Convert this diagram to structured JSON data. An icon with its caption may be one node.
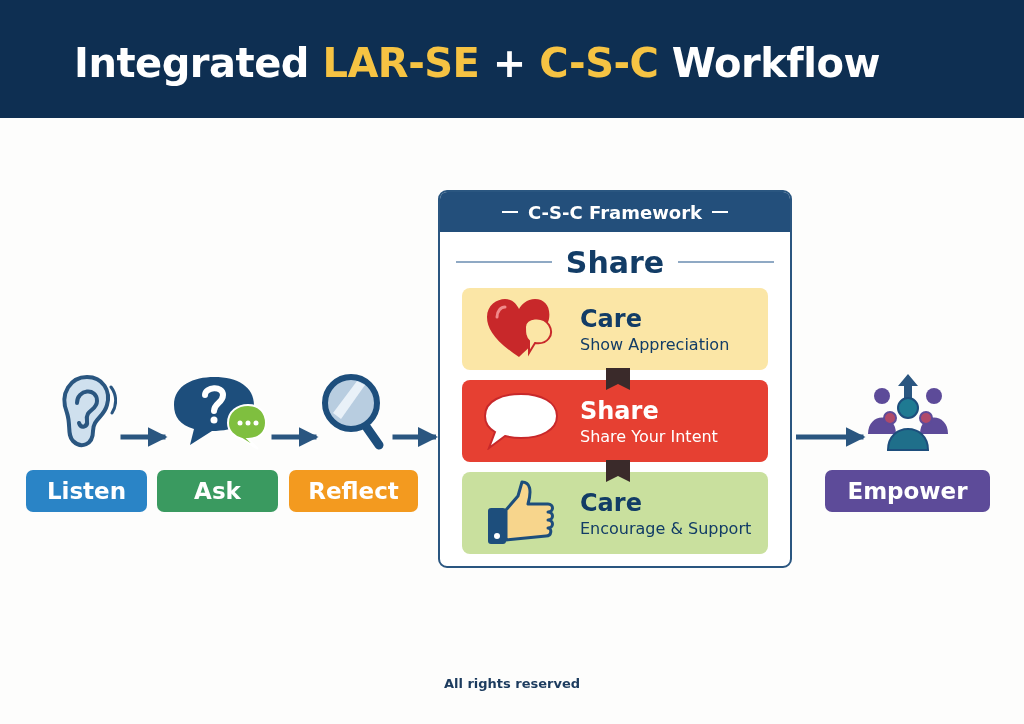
{
  "diagram": {
    "title": "Integrated **LAR-SE** + **C-S-C** Workflow",
    "nodes": [
      {
        "text": [
          "Listen"
        ]
      },
      {
        "text": [
          "Ask"
        ]
      },
      {
        "text": [
          "Reflect"
        ]
      },
      {
        "text": [
          "C-S-C Framework",
          "Share"
        ]
      },
      {
        "text": [
          "Care",
          "Show Appreciation"
        ],
        "in": 3
      },
      {
        "text": [
          "Share",
          "Share Your Intent"
        ],
        "in": 3
      },
      {
        "text": [
          "Care",
          "Encourage & Support"
        ],
        "in": 3
      },
      {
        "text": [
          "Empower"
        ]
      }
    ],
    "edges": [
      {
        "from": 0,
        "to": 1,
        "arrow": "to"
      },
      {
        "from": 1,
        "to": 2,
        "arrow": "to"
      },
      {
        "from": 2,
        "to": 3,
        "arrow": "to"
      },
      {
        "from": 3,
        "to": 7,
        "arrow": "to"
      }
    ],
    "labels": [
      "All rights reserved"
    ]
  }
}
